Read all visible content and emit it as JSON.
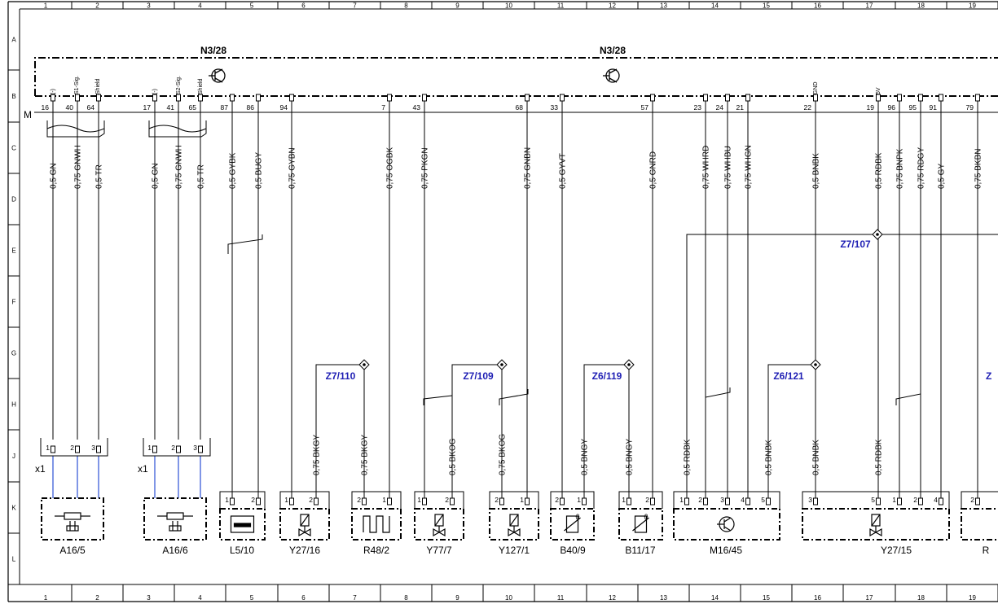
{
  "grid": {
    "columns": [
      "1",
      "2",
      "3",
      "4",
      "5",
      "6",
      "7",
      "8",
      "9",
      "10",
      "11",
      "12",
      "13",
      "14",
      "15",
      "16",
      "17",
      "18",
      "19"
    ],
    "rows": [
      "A",
      "B",
      "C",
      "D",
      "E",
      "F",
      "G",
      "H",
      "J",
      "K",
      "L"
    ]
  },
  "control_unit": {
    "labels": [
      "N3/28",
      "N3/28"
    ],
    "ground_label": "M",
    "signal_labels": {
      "minus_left": "(-)",
      "s1_sig": "S1-Sig.",
      "shield_left": "Shield",
      "minus_right": "(-)",
      "s2_sig": "S2-Sig.",
      "shield_right": "Shield",
      "gnd": "GND",
      "five_v": "5V"
    },
    "pins": [
      "16",
      "40",
      "64",
      "17",
      "41",
      "65",
      "87",
      "86",
      "94",
      "7",
      "43",
      "68",
      "33",
      "57",
      "23",
      "24",
      "21",
      "22",
      "19",
      "96",
      "95",
      "91",
      "79"
    ]
  },
  "wires": {
    "top": [
      "0,5 GN",
      "0,75 GNWH",
      "0,5 TR",
      "0,5 GN",
      "0,75 GNWH",
      "0,5 TR",
      "0,5 GYBK",
      "0,5 BUGY",
      "0,75 GYBN",
      "0,75 OGBK",
      "0,75 PKGN",
      "0,75 GNBN",
      "0,5 GYVT",
      "0,5 GNRD",
      "0,75 WHRD",
      "0,75 WHBU",
      "0,75 WHGN",
      "0,5 BNBK",
      "0,5 RDBK",
      "0,75 BNPK",
      "0,75 RDGY",
      "0,5 GY",
      "0,75 BKBN"
    ],
    "bottom": [
      "0,75 BKGY",
      "0,75 BKGY",
      "0,5 BKOG",
      "0,75 BKOG",
      "0,5 BNGY",
      "0,5 BNGY",
      "0,5 RDBK",
      "0,5 BNBK",
      "0,5 BNBK",
      "0,5 RDBK"
    ]
  },
  "connectors": [
    "Z7/107",
    "Z7/110",
    "Z7/109",
    "Z6/119",
    "Z6/121",
    "Z"
  ],
  "plug_labels": [
    "x1",
    "x1"
  ],
  "plug_pins": [
    "1",
    "2",
    "3"
  ],
  "components": {
    "a16_5": {
      "label": "A16/5"
    },
    "a16_6": {
      "label": "A16/6"
    },
    "l5_10": {
      "label": "L5/10",
      "pins": [
        "1",
        "2"
      ]
    },
    "y27_16": {
      "label": "Y27/16",
      "pins": [
        "1",
        "2"
      ]
    },
    "r48_2": {
      "label": "R48/2",
      "pins": [
        "2",
        "1"
      ]
    },
    "y77_7": {
      "label": "Y77/7",
      "pins": [
        "1",
        "2"
      ]
    },
    "y127_1": {
      "label": "Y127/1",
      "pins": [
        "2",
        "1"
      ]
    },
    "b40_9": {
      "label": "B40/9",
      "pins": [
        "2",
        "1"
      ]
    },
    "b11_17": {
      "label": "B11/17",
      "pins": [
        "1",
        "2"
      ]
    },
    "m16_45": {
      "label": "M16/45",
      "pins": [
        "1",
        "2",
        "3",
        "4",
        "5"
      ]
    },
    "y27_15": {
      "label": "Y27/15",
      "pins": [
        "3",
        "5",
        "1",
        "2",
        "4"
      ]
    },
    "r_cut": {
      "label": "R",
      "pins": [
        "2"
      ]
    }
  },
  "colors": {
    "line": "#000000",
    "connector_text": "#1f1fb4",
    "shield_wire": "#2b4fd6"
  }
}
